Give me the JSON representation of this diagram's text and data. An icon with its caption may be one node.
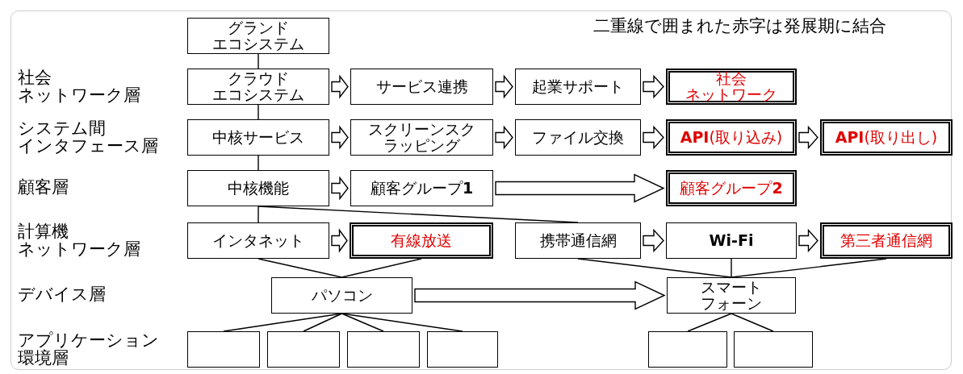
{
  "diagram": {
    "nodes": [
      {
        "text": [
          "グランドエコシステム"
        ]
      },
      {
        "text": [
          "クラウドエコシステム"
        ]
      },
      {
        "text": [
          "サービス連携"
        ]
      },
      {
        "text": [
          "起業サポート"
        ]
      },
      {
        "text": [
          "社会ネットワーク"
        ]
      },
      {
        "text": [
          "中核サービス"
        ]
      },
      {
        "text": [
          "スクリーンスクラッピング"
        ]
      },
      {
        "text": [
          "ファイル交換"
        ]
      },
      {
        "text": [
          "**API**(取り込み)"
        ]
      },
      {
        "text": [
          "**API**(取り出し)"
        ]
      },
      {
        "text": [
          "中核機能"
        ]
      },
      {
        "text": [
          "顧客グループ**1**"
        ]
      },
      {
        "text": [
          "顧客グループ**2**"
        ]
      },
      {
        "text": [
          "インタネット"
        ]
      },
      {
        "text": [
          "有線放送"
        ]
      },
      {
        "text": [
          "携帯通信網"
        ]
      },
      {
        "text": [
          "Wi-Fi"
        ]
      },
      {
        "text": [
          "第三者通信網"
        ]
      },
      {
        "text": [
          "パソコン"
        ]
      },
      {
        "text": [
          "スマートフォーン"
        ]
      },
      {
        "text": [],
        "shape": "box"
      },
      {
        "text": [],
        "shape": "box"
      },
      {
        "text": [],
        "shape": "box"
      },
      {
        "text": [],
        "shape": "box"
      },
      {
        "text": [],
        "shape": "box"
      },
      {
        "text": [],
        "shape": "box"
      }
    ],
    "edges": [
      {
        "from": 0,
        "to": 1,
        "arrow": "none"
      },
      {
        "from": 1,
        "to": 5,
        "arrow": "none"
      },
      {
        "from": 5,
        "to": 10,
        "arrow": "none"
      },
      {
        "from": 10,
        "to": 13,
        "arrow": "none"
      },
      {
        "from": 10,
        "to": 15,
        "arrow": "none"
      },
      {
        "from": 1,
        "to": 2,
        "arrow": "to"
      },
      {
        "from": 2,
        "to": 3,
        "arrow": "to"
      },
      {
        "from": 3,
        "to": 4,
        "arrow": "to"
      },
      {
        "from": 5,
        "to": 6,
        "arrow": "to"
      },
      {
        "from": 6,
        "to": 7,
        "arrow": "to"
      },
      {
        "from": 7,
        "to": 8,
        "arrow": "to"
      },
      {
        "from": 8,
        "to": 9,
        "arrow": "to"
      },
      {
        "from": 10,
        "to": 11,
        "arrow": "to"
      },
      {
        "from": 11,
        "to": 12,
        "arrow": "to"
      },
      {
        "from": 13,
        "to": 14,
        "arrow": "to"
      },
      {
        "from": 15,
        "to": 16,
        "arrow": "to"
      },
      {
        "from": 16,
        "to": 17,
        "arrow": "to"
      },
      {
        "from": 13,
        "to": 18,
        "arrow": "none"
      },
      {
        "from": 14,
        "to": 18,
        "arrow": "none"
      },
      {
        "from": 15,
        "to": 19,
        "arrow": "none"
      },
      {
        "from": 16,
        "to": 19,
        "arrow": "none"
      },
      {
        "from": 17,
        "to": 19,
        "arrow": "none"
      },
      {
        "from": 18,
        "to": 19,
        "arrow": "to"
      },
      {
        "from": 18,
        "to": 20,
        "arrow": "none"
      },
      {
        "from": 18,
        "to": 21,
        "arrow": "none"
      },
      {
        "from": 18,
        "to": 22,
        "arrow": "none"
      },
      {
        "from": 18,
        "to": 23,
        "arrow": "none"
      },
      {
        "from": 19,
        "to": 24,
        "arrow": "none"
      },
      {
        "from": 19,
        "to": 25,
        "arrow": "none"
      }
    ],
    "labels": [
      "二重線で囲まれた赤字は発展期に結合",
      "社会ネットワーク層",
      "システム間インタフェース層",
      "顧客層",
      "計算機ネットワーク層",
      "デバイス層",
      "アプリケーション環境層"
    ]
  }
}
